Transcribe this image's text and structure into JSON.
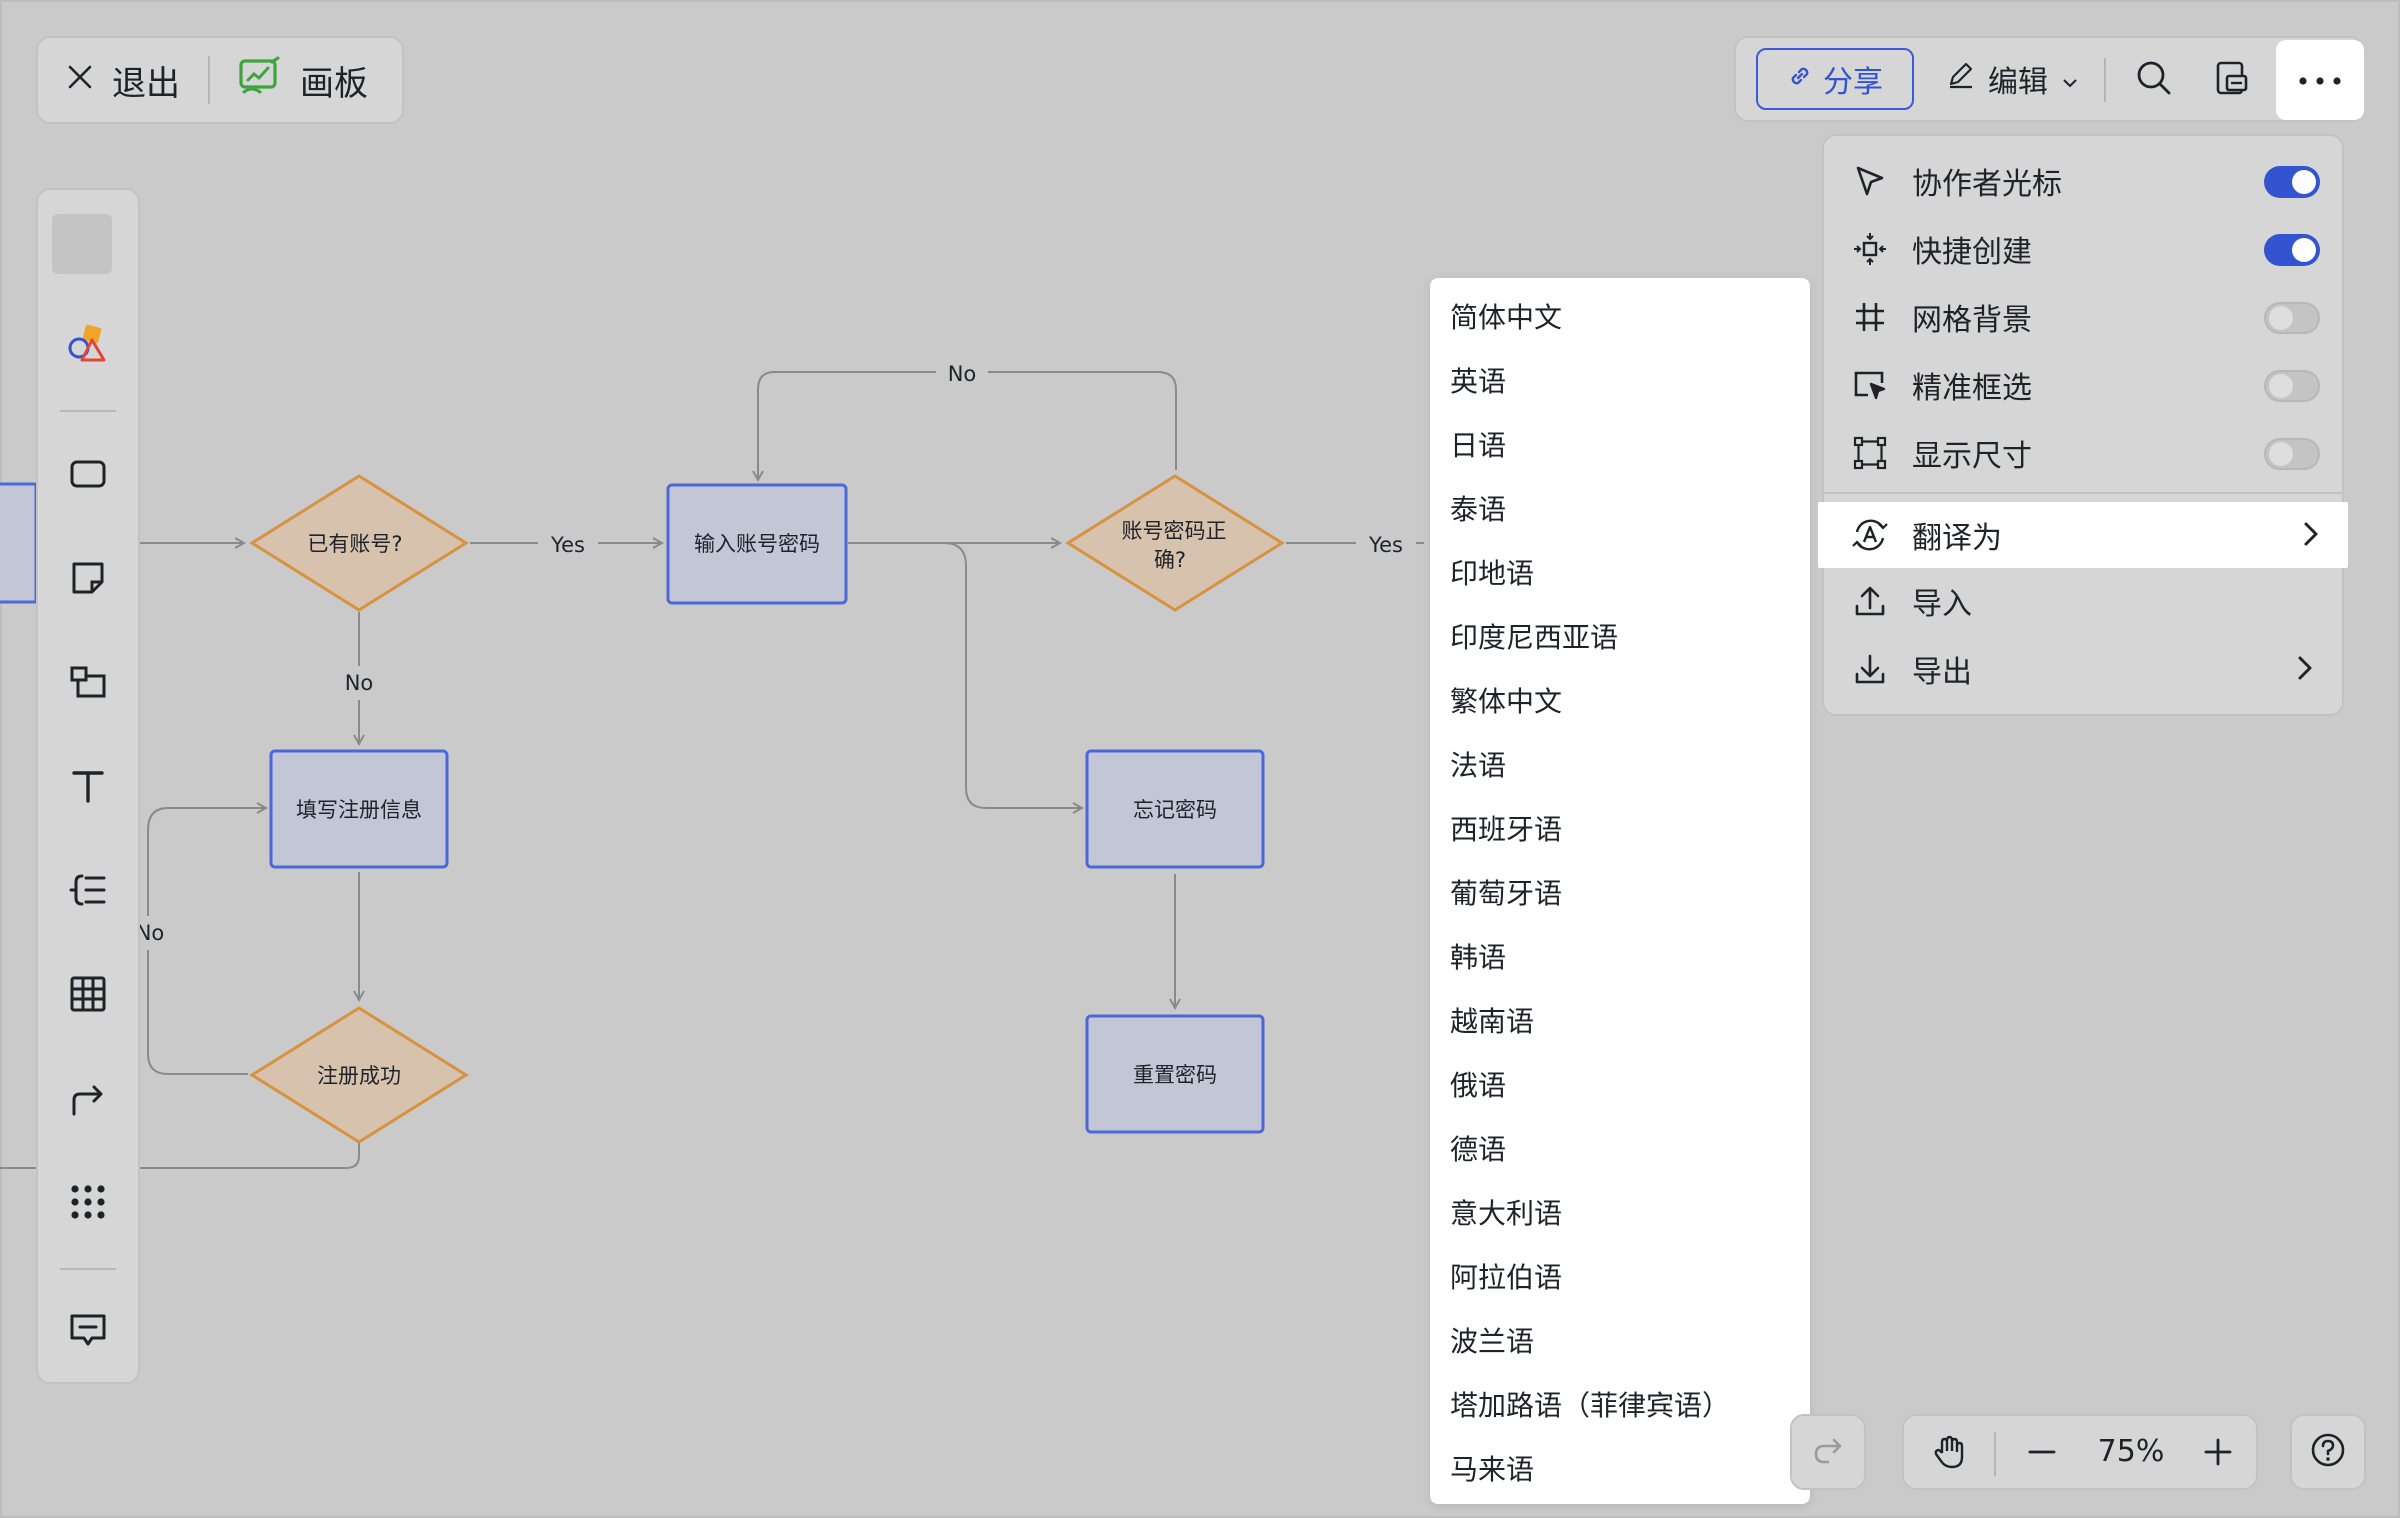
{
  "topbar": {
    "exit_label": "退出",
    "board_label": "画板",
    "share_label": "分享",
    "edit_label": "编辑"
  },
  "flowchart": {
    "nodes": {
      "has_account": "已有账号?",
      "enter_credentials": "输入账号密码",
      "credentials_ok_line1": "账号密码正",
      "credentials_ok_line2": "确?",
      "fill_registration": "填写注册信息",
      "registration_success": "注册成功",
      "forgot_password": "忘记密码",
      "reset_password": "重置密码"
    },
    "edge_labels": {
      "yes_1": "Yes",
      "yes_2": "Yes",
      "no_top": "No",
      "no_down": "No",
      "no_loop": "No"
    }
  },
  "settings_menu": {
    "items": [
      {
        "label": "协作者光标",
        "icon": "cursor-icon",
        "toggle": true
      },
      {
        "label": "快捷创建",
        "icon": "quick-create-icon",
        "toggle": true
      },
      {
        "label": "网格背景",
        "icon": "grid-icon",
        "toggle": false
      },
      {
        "label": "精准框选",
        "icon": "precise-select-icon",
        "toggle": false
      },
      {
        "label": "显示尺寸",
        "icon": "dimensions-icon",
        "toggle": false
      },
      {
        "label": "翻译为",
        "icon": "translate-icon"
      },
      {
        "label": "导入",
        "icon": "upload-icon"
      },
      {
        "label": "导出",
        "icon": "download-icon"
      }
    ]
  },
  "language_menu": {
    "items": [
      "简体中文",
      "英语",
      "日语",
      "泰语",
      "印地语",
      "印度尼西亚语",
      "繁体中文",
      "法语",
      "西班牙语",
      "葡萄牙语",
      "韩语",
      "越南语",
      "俄语",
      "德语",
      "意大利语",
      "阿拉伯语",
      "波兰语",
      "塔加路语（菲律宾语）",
      "马来语"
    ]
  },
  "zoom": {
    "level": "75%"
  },
  "colors": {
    "accent": "#3354d1",
    "diamond_fill": "#d7c2ad",
    "diamond_stroke": "#d8913f",
    "box_fill": "#c3c6d6",
    "box_stroke": "#4a68d6",
    "connector": "#8a8a8a",
    "board_icon_green": "#3ea53e"
  }
}
